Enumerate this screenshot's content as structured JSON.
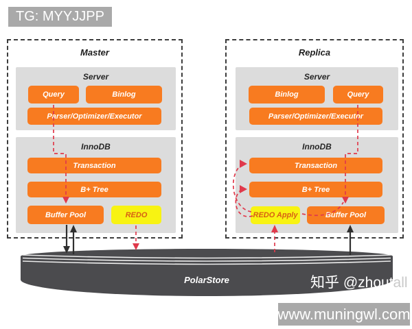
{
  "badges": {
    "top_left": "TG: MYYJJPP",
    "bottom_right": "www.muningwl.com"
  },
  "watermarks": {
    "zhihu_main": "知乎 @zhout",
    "zhihu_tail": "all"
  },
  "colors": {
    "block_orange": "#F87B20",
    "block_yellow": "#F8F312",
    "panel_gray": "#DCDCDC",
    "cylinder_gray": "#4B4B4E",
    "badge_gray": "#A9A9A9",
    "red_flow": "#E0394B",
    "black_flow": "#2F2F2F"
  },
  "nodes": [
    {
      "title": "Master",
      "sections": [
        {
          "title": "Server",
          "blocks": [
            {
              "label": "Query"
            },
            {
              "label": "Binlog"
            },
            {
              "label": "Parser/Optimizer/Executor"
            }
          ]
        },
        {
          "title": "InnoDB",
          "blocks": [
            {
              "label": "Transaction"
            },
            {
              "label": "B+ Tree"
            },
            {
              "label": "Buffer Pool"
            },
            {
              "label": "REDO"
            }
          ]
        }
      ]
    },
    {
      "title": "Replica",
      "sections": [
        {
          "title": "Server",
          "blocks": [
            {
              "label": "Binlog"
            },
            {
              "label": "Query"
            },
            {
              "label": "Parser/Optimizer/Executor"
            }
          ]
        },
        {
          "title": "InnoDB",
          "blocks": [
            {
              "label": "Transaction"
            },
            {
              "label": "B+ Tree"
            },
            {
              "label": "REDO Apply"
            },
            {
              "label": "Buffer Pool"
            }
          ]
        }
      ]
    }
  ],
  "storage": {
    "label": "PolarStore"
  }
}
